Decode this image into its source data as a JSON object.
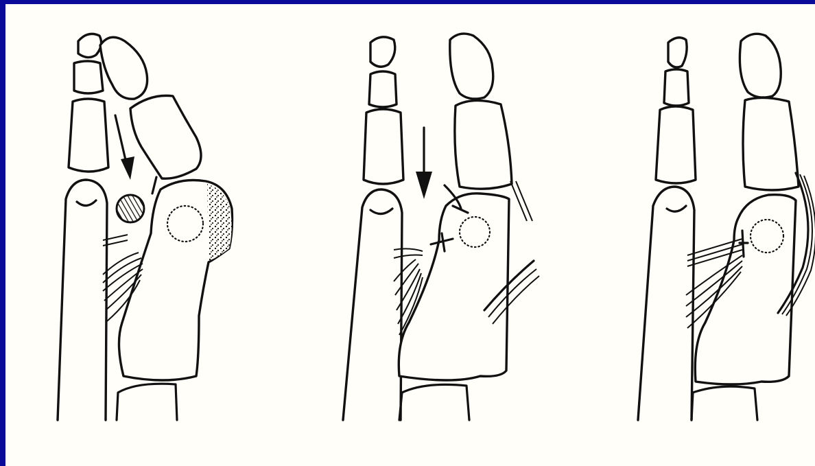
{
  "colors": {
    "frame": "#0b0b9a",
    "paper": "#fffef9",
    "ink": "#111111"
  },
  "panels": [
    {
      "id": "panel-1",
      "features": [
        "metatarsal-head",
        "sesamoid-hatched",
        "arrow-down",
        "bunion-stippled",
        "dotted-circle",
        "tendon-bundle"
      ]
    },
    {
      "id": "panel-2",
      "features": [
        "metatarsal-head",
        "arrow-down",
        "suture-knots",
        "dotted-circle",
        "tendon-bundle",
        "tendon-cut"
      ]
    },
    {
      "id": "panel-3",
      "features": [
        "metatarsal-head",
        "tendon-transfer",
        "dotted-circle",
        "tendon-bundle"
      ]
    }
  ]
}
